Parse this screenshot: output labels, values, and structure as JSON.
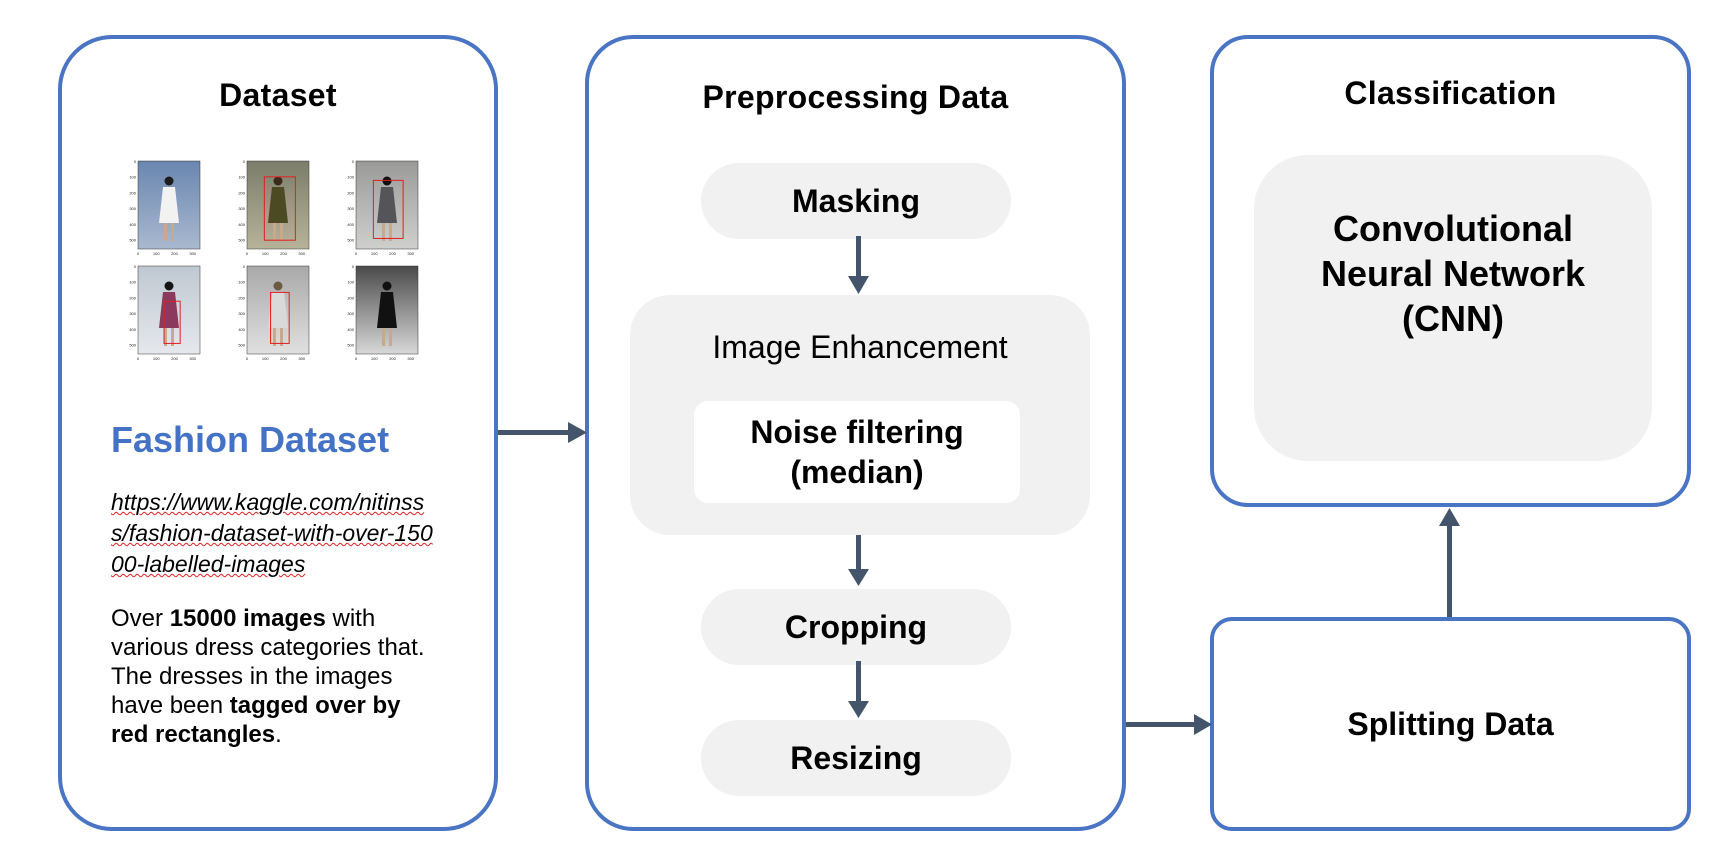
{
  "dataset": {
    "title": "Dataset",
    "name": "Fashion Dataset",
    "url_line1": "https://www.kaggle.com/nitins",
    "url_line2": "ss/fashion-dataset-with-over-15000-labelled-images",
    "desc_pre": "Over ",
    "desc_bold1": "15000 images",
    "desc_mid": " with various dress categories that. The dresses in the images have been ",
    "desc_bold2": "tagged over by red rectangles",
    "desc_post": "."
  },
  "preprocessing": {
    "title": "Preprocessing Data",
    "masking": "Masking",
    "enhancement": "Image Enhancement",
    "noise_line1": "Noise filtering",
    "noise_line2": "(median)",
    "cropping": "Cropping",
    "resizing": "Resizing"
  },
  "classification": {
    "title": "Classification",
    "model_line1": "Convolutional",
    "model_line2": "Neural Network",
    "model_line3": "(CNN)"
  },
  "splitting": {
    "label": "Splitting Data"
  },
  "thumbnails": {
    "ticks_y": [
      "0",
      "100",
      "200",
      "300",
      "400",
      "500"
    ],
    "ticks_x": [
      "0",
      "100",
      "200",
      "300"
    ]
  },
  "colors": {
    "panel_border": "#4a74c4",
    "arrow": "#44546a",
    "box_fill": "#f1f1f1",
    "accent_text": "#4472c4",
    "tag_rect": "#e02020"
  }
}
